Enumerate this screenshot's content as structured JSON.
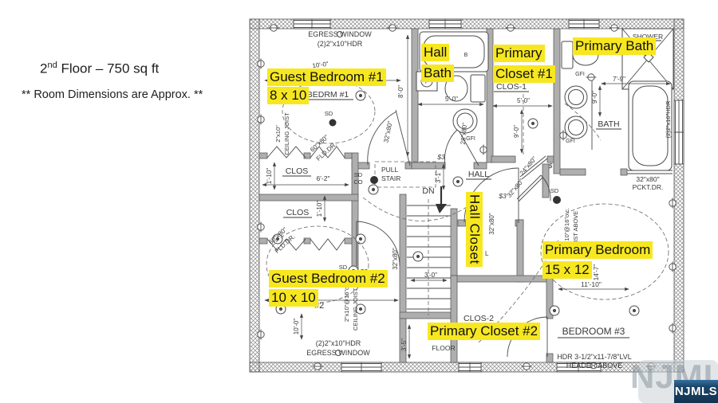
{
  "page": {
    "floor_title_num": "2",
    "floor_title_sup": "nd",
    "floor_title_rest": " Floor – 750 sq  ft",
    "disclaimer": "** Room Dimensions are Approx. **"
  },
  "colors": {
    "highlight_yellow": "#f7e720",
    "watermark_navy": "#1b4567",
    "plan_ink": "#383838"
  },
  "highlights": {
    "guest_bedroom_1": {
      "line1": "Guest Bedroom #1",
      "line2": "8 x 10"
    },
    "hall_bath": {
      "line1": "Hall",
      "line2": "Bath"
    },
    "primary_closet_1": {
      "line1": "Primary",
      "line2": "Closet #1"
    },
    "primary_bath": {
      "label": "Primary Bath"
    },
    "hall_closet": {
      "label": "Hall Closet"
    },
    "primary_bedroom": {
      "line1": "Primary Bedroom",
      "line2": "15 x 12"
    },
    "guest_bedroom_2": {
      "line1": "Guest Bedroom #2",
      "line2": "10 x 10"
    },
    "primary_closet_2": {
      "label": "Primary Closet #2"
    }
  },
  "plan": {
    "bedrm1": "BEDRM #1",
    "bedroom3": "BEDROOM #3",
    "hall": "HALL",
    "clos": "CLOS",
    "clos1": "CLOS-1",
    "clos2": "CLOS-2",
    "bath": "BATH",
    "shower": "SHOWER",
    "floor": "FLOOR",
    "egress_window": "EGRESS WINDOW",
    "hdr_2x10_2": "(2)2\"x10\"HDR",
    "pull": "PULL",
    "stair": "STAIR",
    "sd": "SD",
    "co": "CO",
    "dn": "DN",
    "gfi": "GFI",
    "door_32": "32\"x80\"",
    "door_28": "28\"x80\"",
    "door_24": "24\"x80\"",
    "door_60": "60\"x80\"",
    "fld_dr": "FLD.DR.",
    "pckt_dr": "PCKT.DR.",
    "joist_2x10": "2\"x10\"",
    "ceiling_joist": "CEILING JOIST",
    "joist_16oc": "2\"x10\"@16\"o.c.",
    "ceiling_joist_abv": "CEILING JOIST ABV",
    "joist_above": "JOIST ABOVE",
    "hdr_lvl": "HDR 3-1/2\"x11-7/8\"LVL",
    "header_above": "HEADER ABOVE",
    "switch3": "$3",
    "switch": "$",
    "f": "F",
    "b": "B",
    "l": "L",
    "num2": "#2",
    "d10_0": "10'-0\"",
    "d8_0": "8'-0\"",
    "d6_2": "6'-2\"",
    "d1_10": "1'-10\"",
    "d5_0": "5'-0\"",
    "d9_0": "9'-0\"",
    "d3_1": "3'-1\"",
    "d3_0": "3'-0\"",
    "d3_5": "3'-5\"",
    "d7_9": "7'-9\"",
    "d11_10": "11'-10\"",
    "d14_7": "14'-7\""
  },
  "watermark": {
    "text": "NJMLS"
  }
}
